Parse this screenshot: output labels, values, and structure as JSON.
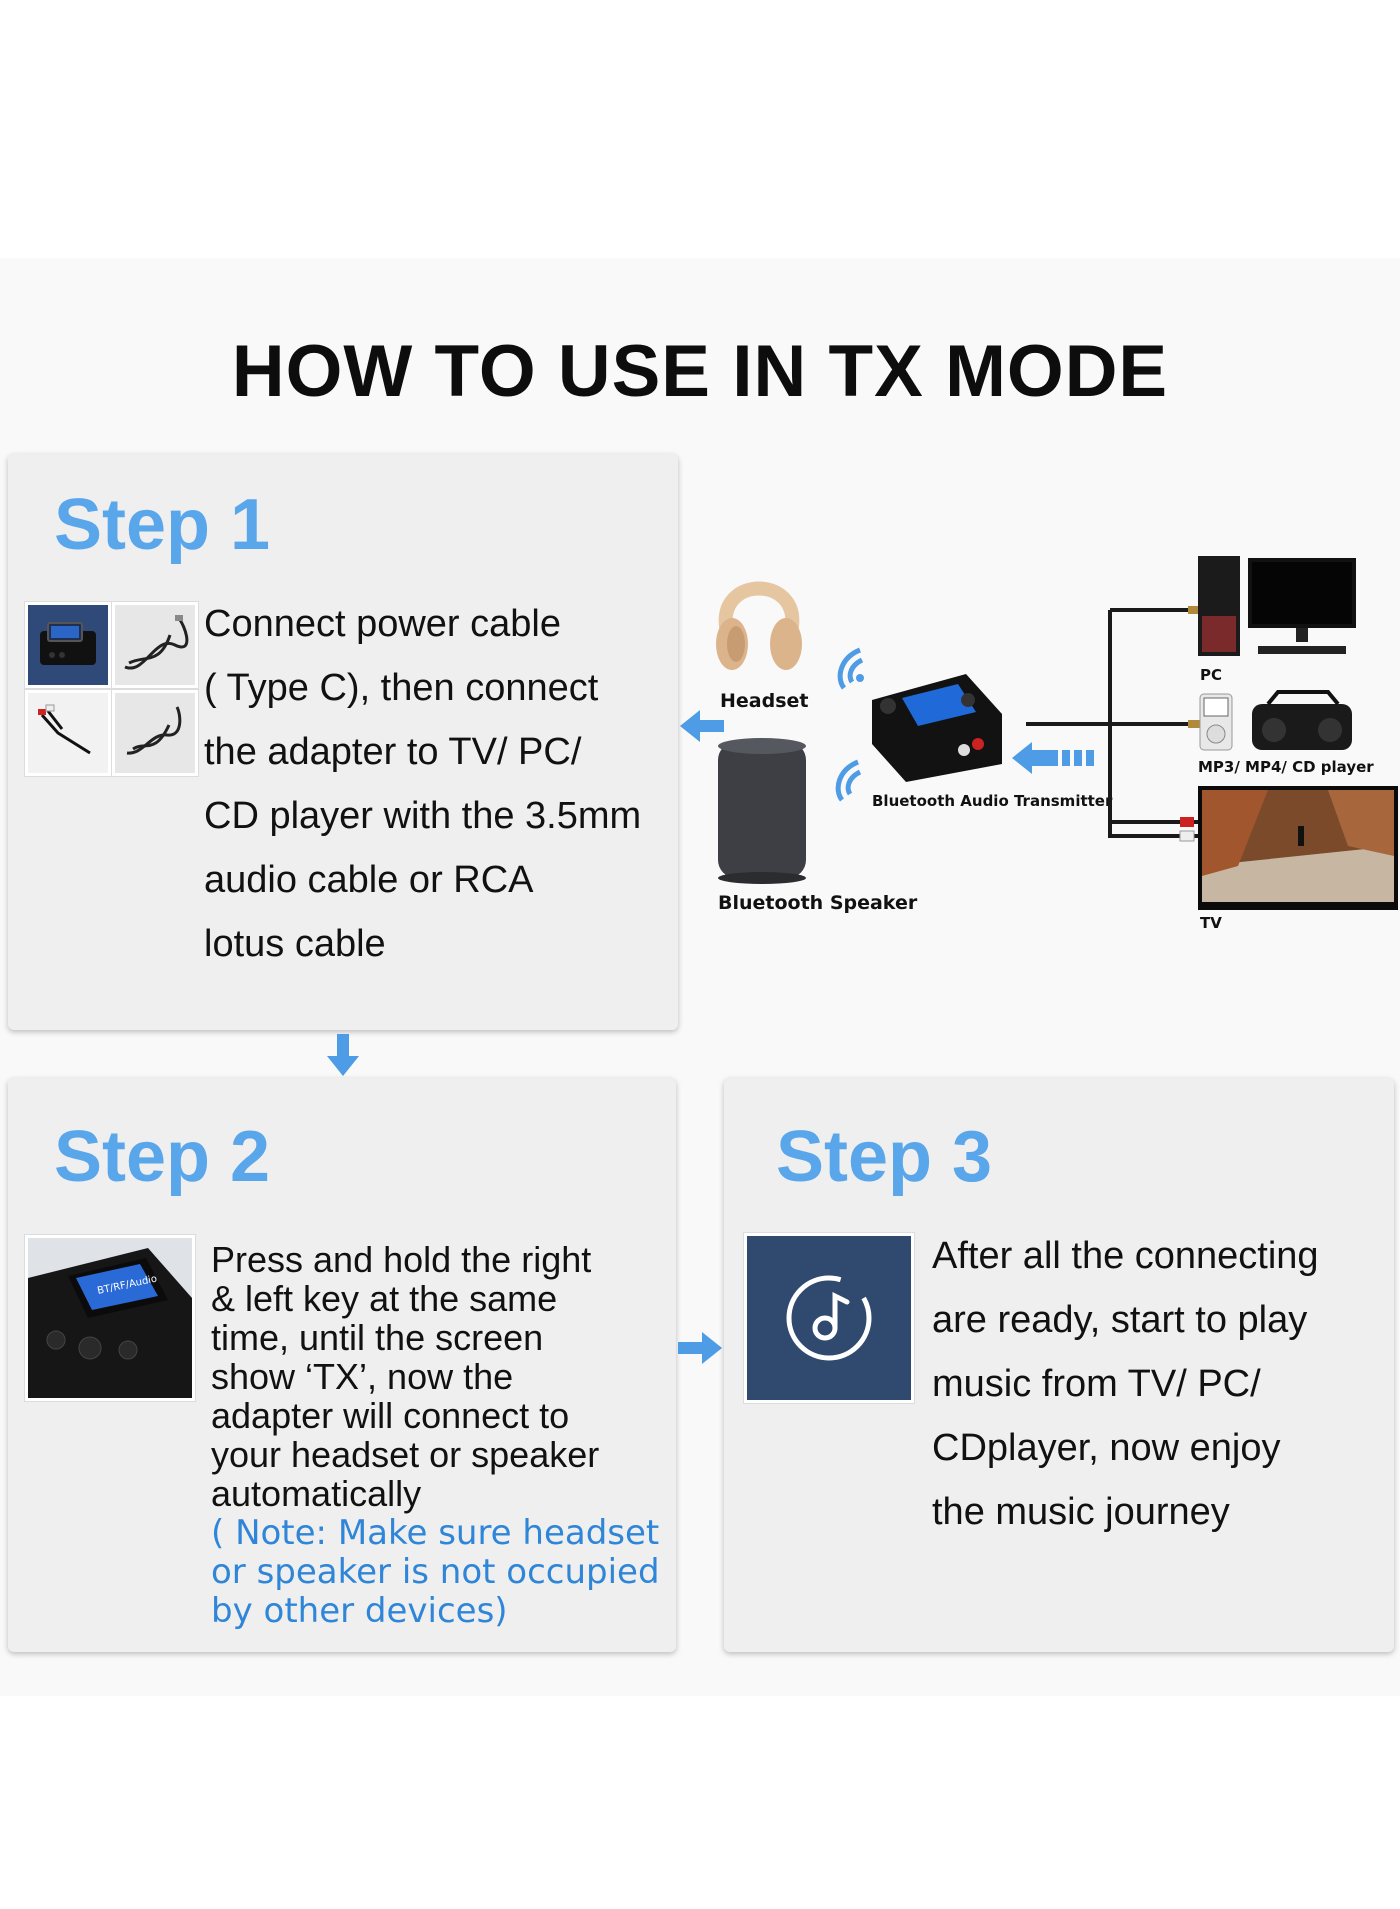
{
  "title": "HOW TO USE IN TX MODE",
  "colors": {
    "accent": "#5aa6ea",
    "note": "#2f86d8",
    "card": "#efefef"
  },
  "step1": {
    "title": "Step 1",
    "text": "Connect power cable\n( Type C), then connect\nthe adapter to TV/ PC/\nCD player with the  3.5mm\n audio cable or RCA\n lotus cable"
  },
  "step2": {
    "title": "Step 2",
    "text": "Press and hold the right\n & left key at the same\ntime, until the screen\nshow ‘TX’, now the\nadapter will connect to\nyour headset or speaker\nautomatically",
    "note": "( Note: Make sure headset\nor speaker is not occupied\nby other devices)"
  },
  "step3": {
    "title": "Step 3",
    "text": "After all the connecting\nare ready, start to play\nmusic from TV/ PC/\nCDplayer, now enjoy\nthe music journey"
  },
  "diagram": {
    "headset": "Headset",
    "speaker": "Bluetooth Speaker",
    "transmitter": "Bluetooth Audio Transmitter",
    "pc": "PC",
    "mp3": "MP3/ MP4/ CD player",
    "tv": "TV"
  },
  "icons": {
    "music": "music-disc-icon",
    "arrow": "arrow-icon"
  }
}
